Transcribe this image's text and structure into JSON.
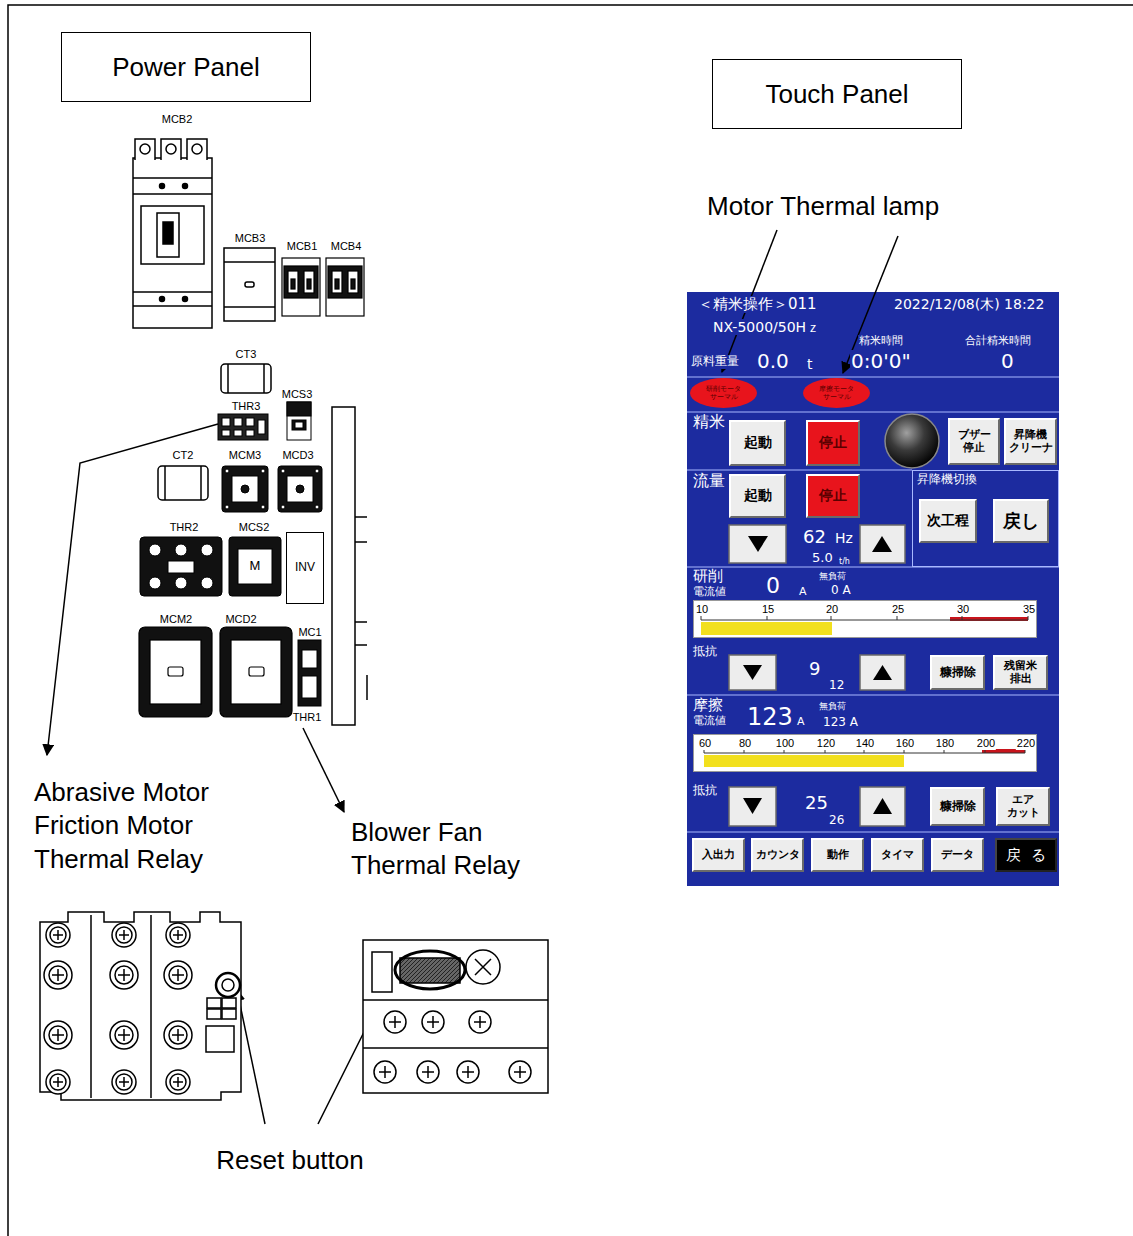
{
  "diagram": {
    "nodes": [
      {
        "text": [
          "Power Panel"
        ]
      },
      {
        "text": [
          "Touch Panel"
        ]
      },
      {
        "text": [
          "＜精米操作＞011",
          "2022/12/08(木) 18:22",
          "NX-5000/50Hｚ",
          "精米時間",
          "合計精米時間",
          "原料重量",
          "0.0",
          "t",
          "0:0'0\"",
          "0",
          "精米",
          "流量",
          "62",
          "Hz",
          "5.0",
          "t/h",
          "研削",
          "電流値",
          "0",
          "A",
          "無負荷",
          "0 A",
          "抵抗",
          "9",
          "12",
          "摩擦",
          "電流値",
          "123",
          "A",
          "無負荷",
          "123 A",
          "抵抗",
          "25",
          "26"
        ]
      },
      {
        "text": [
          "研削モータ サーマル"
        ],
        "in": 2
      },
      {
        "text": [
          "摩擦モータ サーマル"
        ],
        "in": 2
      },
      {
        "text": [
          "起動"
        ],
        "in": 2
      },
      {
        "text": [
          "停止"
        ],
        "in": 2
      },
      {
        "text": [
          "ブザー 停止"
        ],
        "in": 2
      },
      {
        "text": [
          "昇降機 クリーナ"
        ],
        "in": 2
      },
      {
        "text": [
          "起動"
        ],
        "in": 2
      },
      {
        "text": [
          "停止"
        ],
        "in": 2
      },
      {
        "text": [
          "昇降機切換"
        ],
        "in": 2
      },
      {
        "text": [
          "次工程"
        ],
        "in": 11
      },
      {
        "text": [
          "戻し"
        ],
        "in": 11
      },
      {
        "text": [
          "10",
          "15",
          "20",
          "25",
          "30",
          "35"
        ],
        "in": 2
      },
      {
        "text": [
          "糠掃除"
        ],
        "in": 2
      },
      {
        "text": [
          "残留米 排出"
        ],
        "in": 2
      },
      {
        "text": [
          "60",
          "80",
          "100",
          "120",
          "140",
          "160",
          "180",
          "200",
          "220"
        ],
        "in": 2
      },
      {
        "text": [
          "糠掃除"
        ],
        "in": 2
      },
      {
        "text": [
          "エア カット"
        ],
        "in": 2
      },
      {
        "text": [
          "入出力"
        ],
        "in": 2
      },
      {
        "text": [
          "カウンタ"
        ],
        "in": 2
      },
      {
        "text": [
          "動作"
        ],
        "in": 2
      },
      {
        "text": [
          "タイマ"
        ],
        "in": 2
      },
      {
        "text": [
          "データ"
        ],
        "in": 2
      },
      {
        "text": [
          "戻る"
        ],
        "in": 2
      },
      {
        "text": [
          "INV"
        ]
      }
    ],
    "labels": [
      "MCB2",
      "MCB3",
      "MCB1",
      "MCB4",
      "CT3",
      "THR3",
      "MCS3",
      "CT2",
      "MCM3",
      "MCD3",
      "THR2",
      "MCS2",
      "M",
      "MCM2",
      "MCD2",
      "MC1",
      "THR1",
      "Motor Thermal lamp",
      "Abrasive Motor Friction Motor Thermal Relay",
      "Blower Fan Thermal Relay",
      "Reset button"
    ]
  }
}
